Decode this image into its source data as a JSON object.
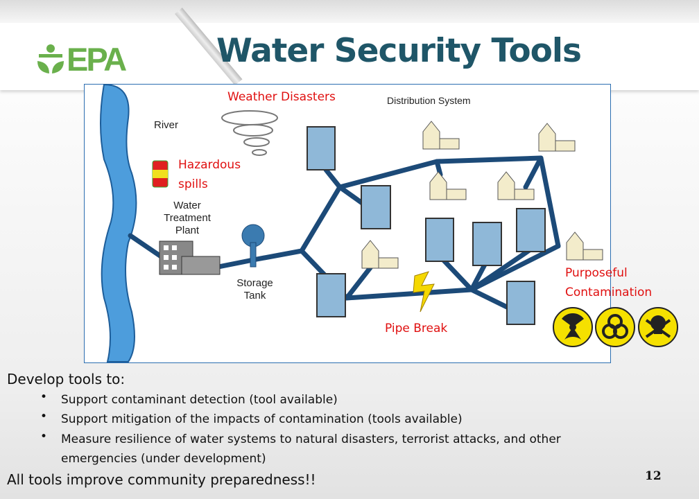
{
  "header": {
    "logo": "EPA",
    "title": "Water Security Tools"
  },
  "diagram": {
    "labels": {
      "river": "River",
      "plant": "Water Treatment Plant",
      "tank": "Storage Tank",
      "distribution": "Distribution System"
    },
    "threats": {
      "weather": "Weather Disasters",
      "hazardous": "Hazardous spills",
      "pipe_break": "Pipe Break",
      "purposeful": "Purposeful Contamination"
    },
    "colors": {
      "pipe": "#1c4a78",
      "threat_text": "#e01010",
      "river": "#3d8fd0"
    }
  },
  "body": {
    "intro": "Develop tools to:",
    "bullets": [
      "Support contaminant detection (tool available)",
      "Support mitigation of the impacts of contamination (tools available)",
      "Measure resilience of water systems to natural disasters, terrorist attacks, and other",
      "emergencies  (under development)"
    ],
    "conclusion": "All tools improve community preparedness!!"
  },
  "page_number": "12"
}
